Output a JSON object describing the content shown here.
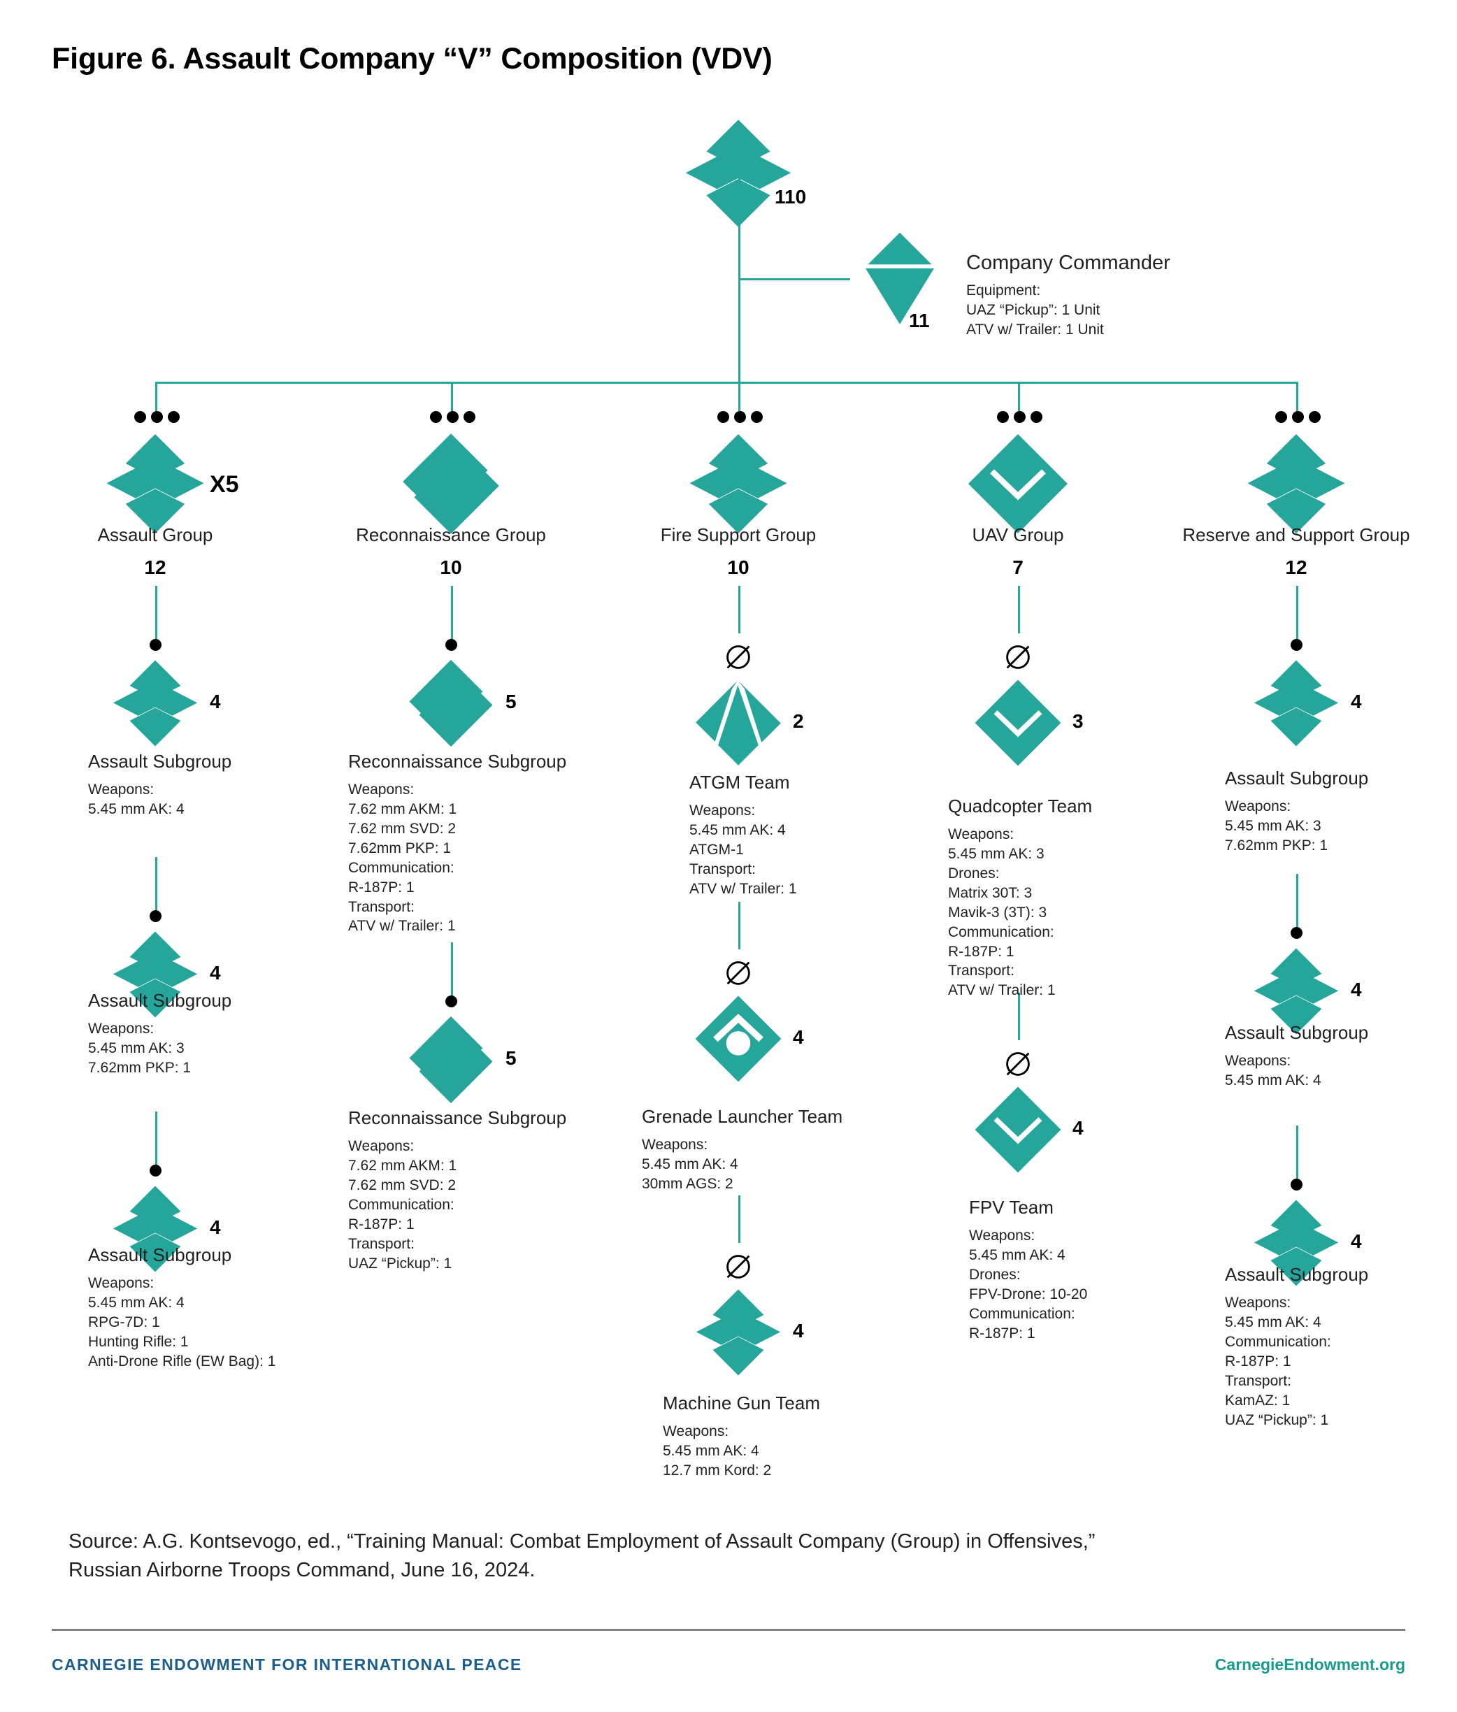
{
  "title": "Figure 6. Assault Company “V” Composition (VDV)",
  "colors": {
    "teal": "#26a69a",
    "brand_blue": "#1b5e8c",
    "brand_teal": "#179b8e",
    "text": "#231f20",
    "rule": "#808285"
  },
  "root": {
    "label": "",
    "strength": "110",
    "symbol": "company-x-diamond-icon"
  },
  "commander": {
    "title": "Company Commander",
    "strength": "11",
    "symbol": "hq-bar-diamond-icon",
    "details": "Equipment:\nUAZ “Pickup”: 1 Unit\nATV w/ Trailer: 1 Unit"
  },
  "columns": [
    {
      "id": "assault",
      "group": {
        "title": "Assault Group",
        "strength": "12",
        "multiplier": "X5",
        "echelon": "three-dots",
        "symbol": "x-cross-diamond-icon"
      },
      "children": [
        {
          "title": "Assault Subgroup",
          "strength": "4",
          "echelon": "one-dot",
          "symbol": "x-cross-diamond-icon",
          "details": "Weapons:\n5.45 mm AK: 4"
        },
        {
          "title": "Assault Subgroup",
          "strength": "4",
          "echelon": "one-dot",
          "symbol": "x-cross-diamond-icon",
          "details": "Weapons:\n5.45 mm AK: 3\n7.62mm PKP: 1"
        },
        {
          "title": "Assault Subgroup",
          "strength": "4",
          "echelon": "one-dot",
          "symbol": "x-cross-diamond-icon",
          "details": "Weapons:\n5.45 mm AK: 4\nRPG-7D: 1\nHunting Rifle: 1\nAnti-Drone Rifle (EW Bag): 1"
        }
      ]
    },
    {
      "id": "reconnaissance",
      "group": {
        "title": "Reconnaissance Group",
        "strength": "10",
        "multiplier": "",
        "echelon": "three-dots",
        "symbol": "recon-slash-diamond-icon"
      },
      "children": [
        {
          "title": "Reconnaissance Subgroup",
          "strength": "5",
          "echelon": "one-dot",
          "symbol": "recon-slash-diamond-icon",
          "details": "Weapons:\n7.62 mm AKM: 1\n7.62 mm SVD: 2\n7.62mm PKP: 1\nCommunication:\nR-187P: 1\nTransport:\nATV w/ Trailer: 1"
        },
        {
          "title": "Reconnaissance Subgroup",
          "strength": "5",
          "echelon": "one-dot",
          "symbol": "recon-slash-diamond-icon",
          "details": "Weapons:\n7.62 mm AKM: 1\n7.62 mm SVD: 2\nCommunication:\nR-187P: 1\nTransport:\nUAZ “Pickup”: 1"
        }
      ]
    },
    {
      "id": "fire-support",
      "group": {
        "title": "Fire Support Group",
        "strength": "10",
        "multiplier": "",
        "echelon": "three-dots",
        "symbol": "x-cross-diamond-icon"
      },
      "children": [
        {
          "title": "ATGM Team",
          "strength": "2",
          "echelon": "null-mark",
          "symbol": "atgm-arrow-diamond-icon",
          "details": "Weapons:\n5.45 mm AK: 4\nATGM-1\nTransport:\nATV w/ Trailer: 1"
        },
        {
          "title": "Grenade Launcher Team",
          "strength": "4",
          "echelon": "null-mark",
          "symbol": "grenade-launcher-diamond-icon",
          "details": "Weapons:\n5.45 mm AK: 4\n30mm AGS: 2"
        },
        {
          "title": "Machine Gun Team",
          "strength": "4",
          "echelon": "null-mark",
          "symbol": "x-cross-diamond-icon",
          "details": "Weapons:\n5.45 mm AK: 4\n12.7 mm Kord: 2"
        }
      ]
    },
    {
      "id": "uav",
      "group": {
        "title": "UAV Group",
        "strength": "7",
        "multiplier": "",
        "echelon": "three-dots",
        "symbol": "uav-chevron-diamond-icon"
      },
      "children": [
        {
          "title": "Quadcopter Team",
          "strength": "3",
          "echelon": "null-mark",
          "symbol": "uav-chevron-diamond-icon",
          "details": "Weapons:\n5.45 mm AK: 3\nDrones:\nMatrix 30T: 3\nMavik-3 (3T): 3\nCommunication:\nR-187P: 1\nTransport:\nATV w/ Trailer: 1"
        },
        {
          "title": "FPV Team",
          "strength": "4",
          "echelon": "null-mark",
          "symbol": "uav-chevron-diamond-icon",
          "details": "Weapons:\n5.45 mm AK: 4\nDrones:\nFPV-Drone: 10-20\nCommunication:\nR-187P: 1"
        }
      ]
    },
    {
      "id": "reserve-support",
      "group": {
        "title": "Reserve and Support Group",
        "strength": "12",
        "multiplier": "",
        "echelon": "three-dots",
        "symbol": "x-cross-diamond-icon"
      },
      "children": [
        {
          "title": "Assault Subgroup",
          "strength": "4",
          "echelon": "one-dot",
          "symbol": "x-cross-diamond-icon",
          "details": "Weapons:\n5.45 mm AK: 3\n7.62mm PKP: 1"
        },
        {
          "title": "Assault Subgroup",
          "strength": "4",
          "echelon": "one-dot",
          "symbol": "x-cross-diamond-icon",
          "details": "Weapons:\n5.45 mm AK: 4"
        },
        {
          "title": "Assault Subgroup",
          "strength": "4",
          "echelon": "one-dot",
          "symbol": "x-cross-diamond-icon",
          "details": "Weapons:\n5.45 mm AK: 4\nCommunication:\nR-187P: 1\nTransport:\nKamAZ: 1\nUAZ “Pickup”: 1"
        }
      ]
    }
  ],
  "footer": {
    "source": "Source: A.G. Kontsevogo, ed., “Training Manual: Combat Employment of Assault Company (Group) in Offensives,”\nRussian Airborne Troops Command, June 16, 2024.",
    "organization": "CARNEGIE ENDOWMENT FOR INTERNATIONAL PEACE",
    "website": "CarnegieEndowment.org"
  }
}
